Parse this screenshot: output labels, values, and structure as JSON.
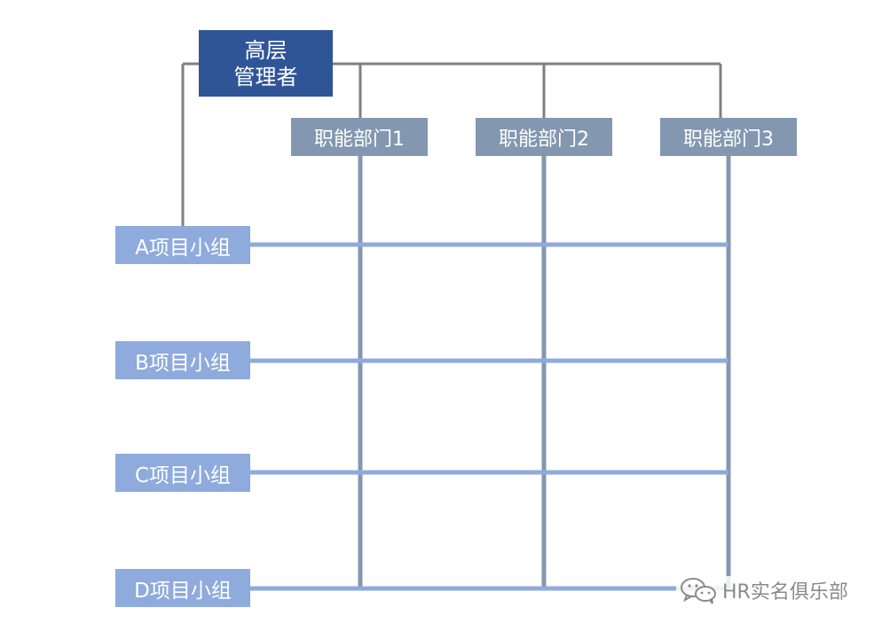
{
  "top_manager": {
    "line1": "高层",
    "line2": "管理者"
  },
  "departments": [
    {
      "label": "职能部门1"
    },
    {
      "label": "职能部门2"
    },
    {
      "label": "职能部门3"
    }
  ],
  "project_teams": [
    {
      "label": "A项目小组"
    },
    {
      "label": "B项目小组"
    },
    {
      "label": "C项目小组"
    },
    {
      "label": "D项目小组"
    }
  ],
  "watermark": {
    "text": "HR实名俱乐部",
    "icon": "wechat-icon"
  },
  "colors": {
    "top_box": "#2f5597",
    "dept_box": "#8497b0",
    "project_box": "#8faadc",
    "connector_line": "#7f7f7f",
    "vertical_line": "#8497b0",
    "horizontal_line": "#8faadc"
  }
}
